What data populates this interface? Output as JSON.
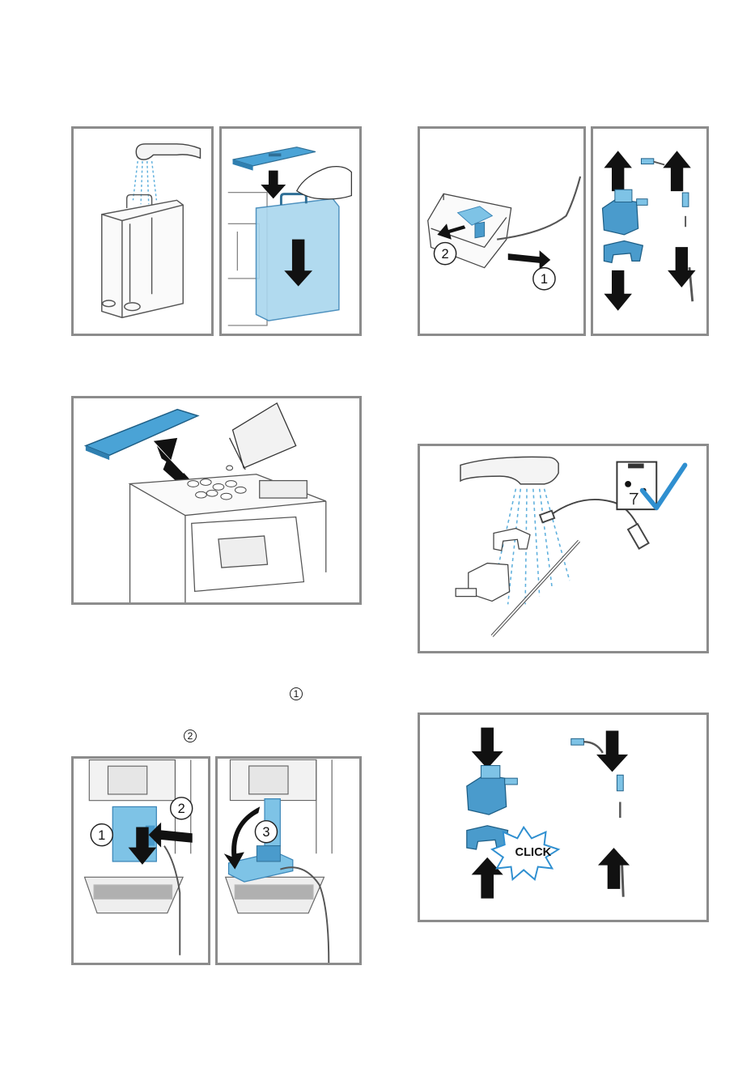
{
  "page": {
    "background": "#ffffff"
  },
  "colors": {
    "accent_blue": "#7ec3e6",
    "dark_blue": "#3b86b8",
    "frame": "#8c8c8c",
    "outline": "#333333"
  },
  "inline_markers": [
    "1",
    "2"
  ],
  "panels": {
    "removal": {
      "labels": [
        "1",
        "2",
        "3"
      ]
    },
    "detach": {
      "labels": [
        "2",
        "1"
      ]
    },
    "assemble": {
      "click_text": "CLICK"
    }
  },
  "icons": [
    "faucet-icon",
    "water-tank-icon",
    "check-icon",
    "arrow-icon"
  ]
}
